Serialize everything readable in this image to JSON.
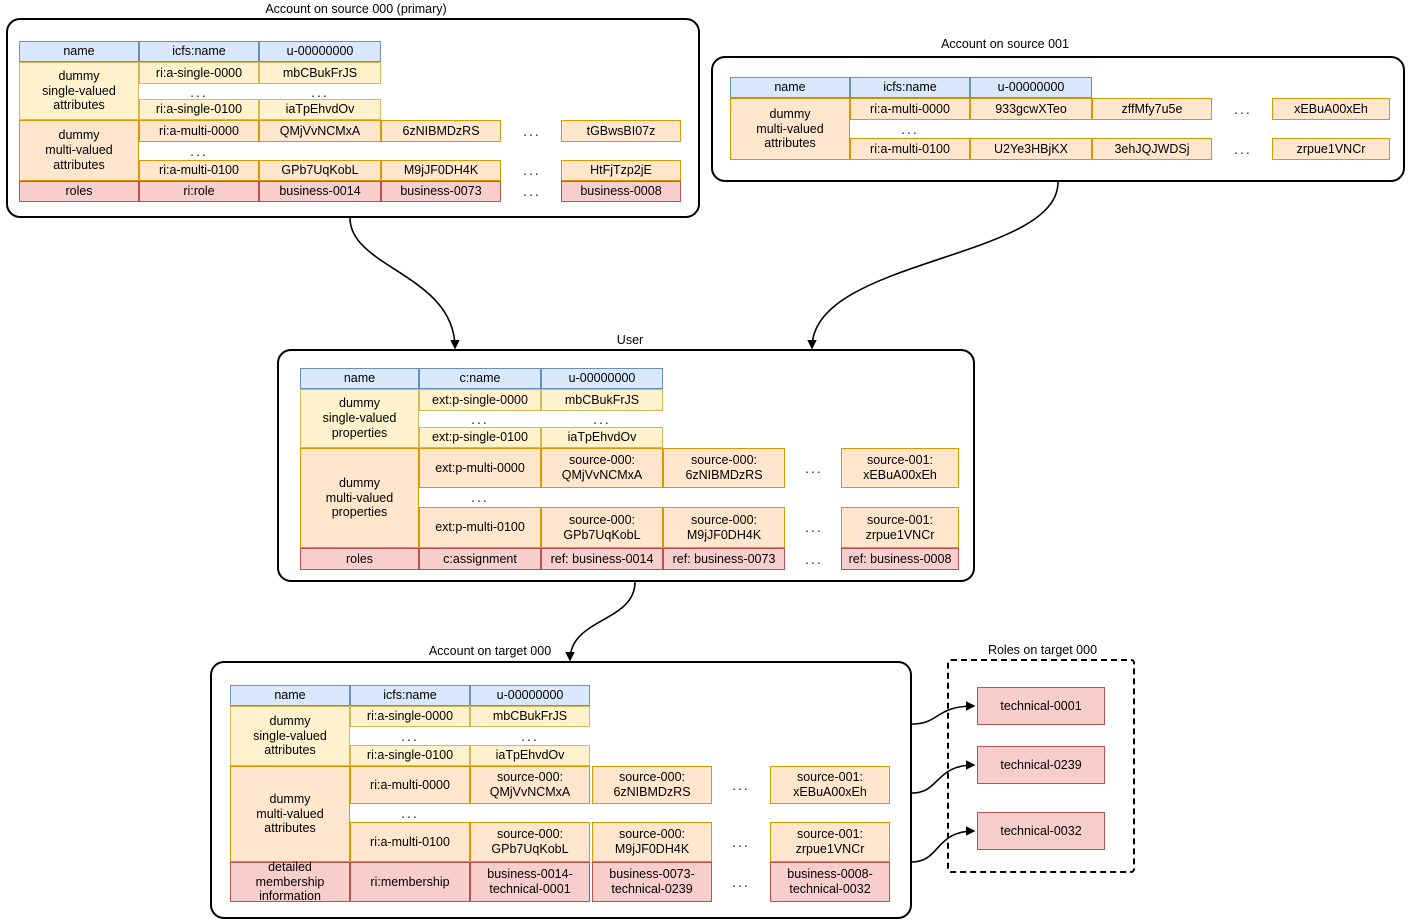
{
  "diagram": {
    "title_source000": "Account on source 000 (primary)",
    "title_source001": "Account on source 001",
    "title_user": "User",
    "title_target000": "Account on target 000",
    "title_roles_target000": "Roles on target 000",
    "ellipsis": "...",
    "colors": {
      "header_fill": "#dae8fc",
      "header_stroke": "#6c8ebf",
      "single_fill": "#fff2cc",
      "single_stroke": "#d6b656",
      "multi_fill": "#ffe6cc",
      "multi_stroke": "#d79b00",
      "roles_fill": "#f8cecc",
      "roles_stroke": "#b85450",
      "line": "#000000"
    }
  },
  "source000": {
    "header": {
      "name": "name",
      "attr": "icfs:name",
      "value": "u-00000000"
    },
    "single": {
      "label": "dummy\nsingle-valued\nattributes",
      "rows": [
        {
          "attr": "ri:a-single-0000",
          "value": "mbCBukFrJS"
        },
        {
          "attr": "...",
          "value": "..."
        },
        {
          "attr": "ri:a-single-0100",
          "value": "iaTpEhvdOv"
        }
      ]
    },
    "multi": {
      "label": "dummy\nmulti-valued\nattributes",
      "rows": [
        {
          "attr": "ri:a-multi-0000",
          "values": [
            "QMjVvNCMxA",
            "6zNIBMDzRS"
          ],
          "gap": "...",
          "last": "tGBwsBI07z"
        },
        {
          "attr": "...",
          "values": [],
          "gap": "",
          "last": ""
        },
        {
          "attr": "ri:a-multi-0100",
          "values": [
            "GPb7UqKobL",
            "M9jJF0DH4K"
          ],
          "gap": "...",
          "last": "HtFjTzp2jE"
        }
      ]
    },
    "roles": {
      "label": "roles",
      "attr": "ri:role",
      "values": [
        "business-0014",
        "business-0073"
      ],
      "gap": "...",
      "last": "business-0008"
    }
  },
  "source001": {
    "header": {
      "name": "name",
      "attr": "icfs:name",
      "value": "u-00000000"
    },
    "multi": {
      "label": "dummy\nmulti-valued\nattributes",
      "rows": [
        {
          "attr": "ri:a-multi-0000",
          "values": [
            "933gcwXTeo",
            "zffMfy7u5e"
          ],
          "gap": "...",
          "last": "xEBuA00xEh"
        },
        {
          "attr": "...",
          "values": [],
          "gap": "",
          "last": ""
        },
        {
          "attr": "ri:a-multi-0100",
          "values": [
            "U2Ye3HBjKX",
            "3ehJQJWDSj"
          ],
          "gap": "...",
          "last": "zrpue1VNCr"
        }
      ]
    }
  },
  "user": {
    "header": {
      "name": "name",
      "attr": "c:name",
      "value": "u-00000000"
    },
    "single": {
      "label": "dummy\nsingle-valued\nproperties",
      "rows": [
        {
          "attr": "ext:p-single-0000",
          "value": "mbCBukFrJS"
        },
        {
          "attr": "...",
          "value": "..."
        },
        {
          "attr": "ext:p-single-0100",
          "value": "iaTpEhvdOv"
        }
      ]
    },
    "multi": {
      "label": "dummy\nmulti-valued\nproperties",
      "rows": [
        {
          "attr": "ext:p-multi-0000",
          "values": [
            "source-000:\nQMjVvNCMxA",
            "source-000:\n6zNIBMDzRS"
          ],
          "gap": "...",
          "last": "source-001:\nxEBuA00xEh"
        },
        {
          "attr": "...",
          "values": [],
          "gap": "",
          "last": ""
        },
        {
          "attr": "ext:p-multi-0100",
          "values": [
            "source-000:\nGPb7UqKobL",
            "source-000:\nM9jJF0DH4K"
          ],
          "gap": "...",
          "last": "source-001:\nzrpue1VNCr"
        }
      ]
    },
    "roles": {
      "label": "roles",
      "attr": "c:assignment",
      "values": [
        "ref: business-0014",
        "ref: business-0073"
      ],
      "gap": "...",
      "last": "ref: business-0008"
    }
  },
  "target000": {
    "header": {
      "name": "name",
      "attr": "icfs:name",
      "value": "u-00000000"
    },
    "single": {
      "label": "dummy\nsingle-valued\nattributes",
      "rows": [
        {
          "attr": "ri:a-single-0000",
          "value": "mbCBukFrJS"
        },
        {
          "attr": "...",
          "value": "..."
        },
        {
          "attr": "ri:a-single-0100",
          "value": "iaTpEhvdOv"
        }
      ]
    },
    "multi": {
      "label": "dummy\nmulti-valued\nattributes",
      "rows": [
        {
          "attr": "ri:a-multi-0000",
          "values": [
            "source-000:\nQMjVvNCMxA",
            "source-000:\n6zNIBMDzRS"
          ],
          "gap": "...",
          "last": "source-001:\nxEBuA00xEh"
        },
        {
          "attr": "...",
          "values": [],
          "gap": "",
          "last": ""
        },
        {
          "attr": "ri:a-multi-0100",
          "values": [
            "source-000:\nGPb7UqKobL",
            "source-000:\nM9jJF0DH4K"
          ],
          "gap": "...",
          "last": "source-001:\nzrpue1VNCr"
        }
      ]
    },
    "membership": {
      "label": "detailed membership\ninformation",
      "attr": "ri:membership",
      "values": [
        "business-0014-\ntechnical-0001",
        "business-0073-\ntechnical-0239"
      ],
      "gap": "...",
      "last": "business-0008-\ntechnical-0032"
    }
  },
  "roles_target000": {
    "items": [
      "technical-0001",
      "technical-0239",
      "technical-0032"
    ]
  }
}
